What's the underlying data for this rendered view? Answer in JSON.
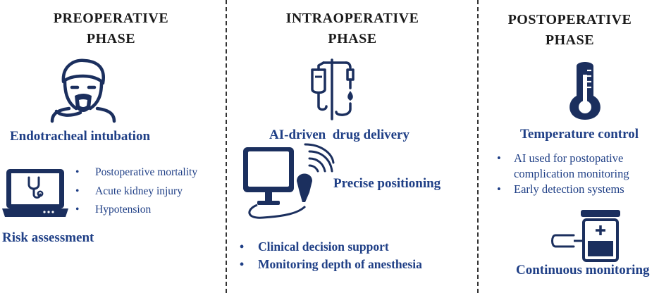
{
  "colors": {
    "navy": "#1f3f86",
    "icon_dark": "#1b2f5e",
    "text_dark": "#1a1a1a"
  },
  "phases": [
    {
      "title_line1": "PREOPERATIVE",
      "title_line2": "PHASE",
      "icon": "patient-with-mask-icon",
      "main_label": "Endotracheal intubation",
      "secondary_icon": "laptop-stethoscope-icon",
      "bullets": [
        "Postoperative mortality",
        "Acute kidney injury",
        "Hypotension"
      ],
      "bottom_label": "Risk assessment"
    },
    {
      "title_line1": "INTRAOPERATIVE",
      "title_line2": "PHASE",
      "icon": "iv-drip-icon",
      "main_label": "AI-driven  drug delivery",
      "secondary_icon": "monitor-ultrasound-probe-icon",
      "secondary_label": "Precise positioning",
      "bullets": [
        "Clinical decision support",
        "Monitoring depth of anesthesia"
      ]
    },
    {
      "title_line1": "POSTOPERATIVE",
      "title_line2": "PHASE",
      "icon": "thermometer-icon",
      "main_label": "Temperature control",
      "bullets": [
        "AI used for postopative complication monitoring",
        "Early detection systems"
      ],
      "bullet0_line1": "AI used for postopative",
      "bullet0_line2": "complication monitoring",
      "secondary_icon": "monitoring-device-icon",
      "bottom_label": "Continuous monitoring"
    }
  ]
}
